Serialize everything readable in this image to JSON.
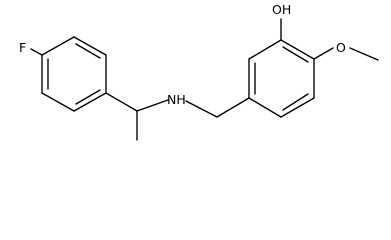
{
  "molecule": {
    "atoms": {
      "fluorine": "F",
      "amine": "NH",
      "hydroxyl": "OH",
      "methoxy_oxygen": "O"
    }
  }
}
